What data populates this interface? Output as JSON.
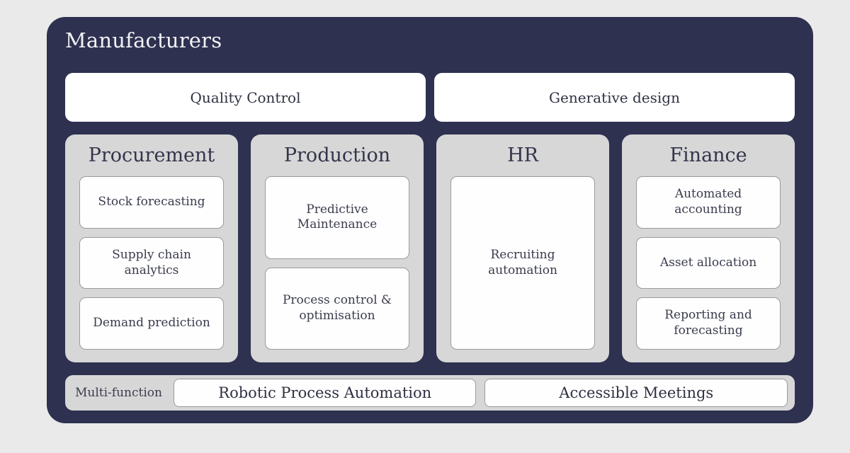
{
  "colors": {
    "page_background": "#ebeaea",
    "panel": "#2e3150",
    "panel_title_text": "#f2f2f5",
    "column_background": "#d7d7d8",
    "pill_background": "#fefefe",
    "pill_border": "#9b9b9b",
    "body_text": "#3a3c4d"
  },
  "panel": {
    "title": "Manufacturers"
  },
  "top_bars": [
    {
      "label": "Quality Control"
    },
    {
      "label": "Generative design"
    }
  ],
  "columns": [
    {
      "title": "Procurement",
      "items": [
        {
          "label": "Stock forecasting"
        },
        {
          "label": "Supply chain analytics"
        },
        {
          "label": "Demand prediction"
        }
      ]
    },
    {
      "title": "Production",
      "items": [
        {
          "label": "Predictive Maintenance"
        },
        {
          "label": "Process control & optimisation"
        }
      ]
    },
    {
      "title": "HR",
      "items": [
        {
          "label": "Recruiting automation"
        }
      ]
    },
    {
      "title": "Finance",
      "items": [
        {
          "label": "Automated accounting"
        },
        {
          "label": "Asset allocation"
        },
        {
          "label": "Reporting and forecasting"
        }
      ]
    }
  ],
  "bottom_strip": {
    "label": "Multi-function",
    "items": [
      {
        "label": "Robotic Process Automation"
      },
      {
        "label": "Accessible Meetings"
      }
    ]
  }
}
